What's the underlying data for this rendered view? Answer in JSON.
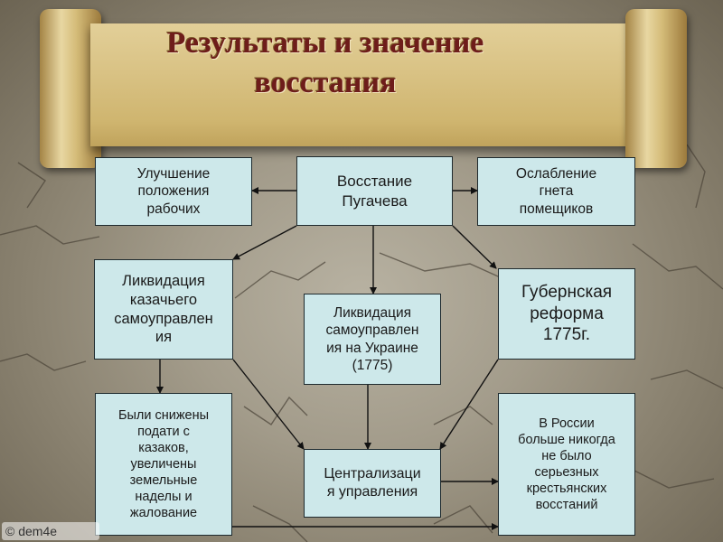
{
  "title": "Результаты и значение\nвосстания",
  "boxes": {
    "uprising": "Восстание\nПугачева",
    "workers": "Улучшение\nположения\nрабочих",
    "landlords": "Ослабление\nгнета\nпомещиков",
    "cossack": "Ликвидация\nказачьего\nсамоуправлен\nия",
    "ukraine": "Ликвидация\nсамоуправлен\nия на Украине\n(1775)",
    "reform": "Губернская\nреформа\n1775г.",
    "taxes": "Были снижены\nподати с\nказаков,\nувеличены\nземельные\nнаделы и\nжалование",
    "centralization": "Централизаци\nя управления",
    "no_revolts": "В России\nбольше никогда\nне было\nсерьезных\nкрестьянских\nвосстаний"
  },
  "watermark": "© dem4e",
  "colors": {
    "box_fill": "#cde8ea",
    "title_color": "#6e1d1a",
    "scroll": "#d9c284",
    "arrow": "#111111"
  }
}
